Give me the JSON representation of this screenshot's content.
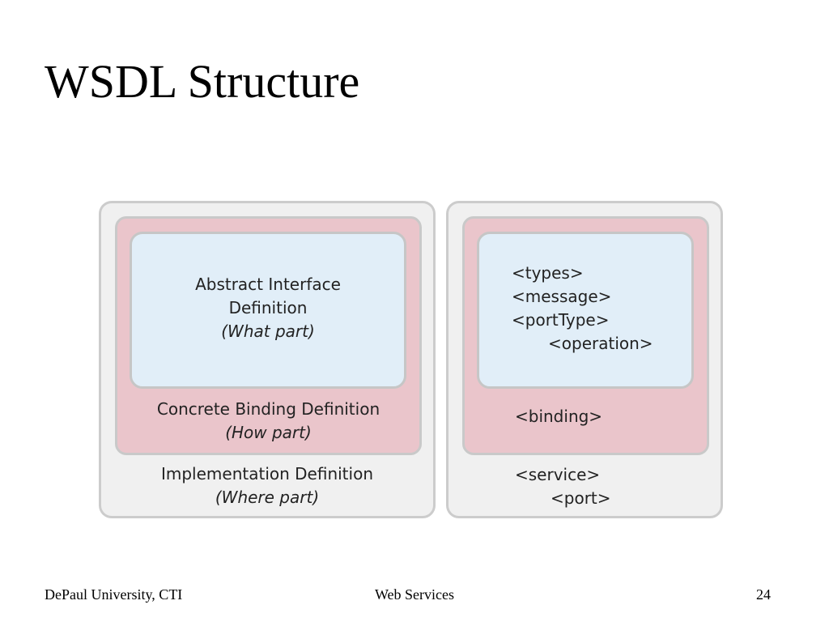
{
  "slide": {
    "title": "WSDL Structure"
  },
  "left_panel": {
    "abstract_line1": "Abstract Interface",
    "abstract_line2": "Definition",
    "abstract_line3": "(What part)",
    "concrete_line1": "Concrete Binding Definition",
    "concrete_line2": "(How part)",
    "implementation_line1": "Implementation Definition",
    "implementation_line2": "(Where part)"
  },
  "right_panel": {
    "types": "<types>",
    "message": "<message>",
    "portType": "<portType>",
    "operation": "<operation>",
    "binding": "<binding>",
    "service": "<service>",
    "port": "<port>"
  },
  "colors": {
    "outer": "#f0f0f0",
    "middle": "#eac5cb",
    "inner": "#e1eef8",
    "border": "#cccccc"
  },
  "footer": {
    "left": "DePaul University, CTI",
    "center": "Web Services",
    "page": "24"
  }
}
